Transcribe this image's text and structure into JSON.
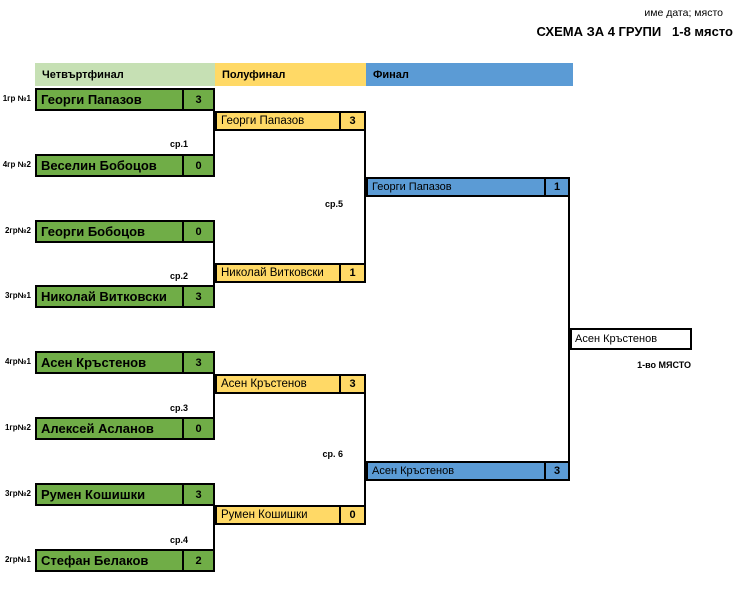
{
  "meta": {
    "note": "име дата; място",
    "title": "СХЕМА ЗА 4 ГРУПИ   1-8 място"
  },
  "columns": {
    "quarterfinal": "Четвъртфинал",
    "semifinal": "Полуфинал",
    "final": "Финал"
  },
  "quarterfinals": [
    {
      "seed": "1гр №1",
      "name": "Георги Папазов",
      "score": "3"
    },
    {
      "seed": "4гр №2",
      "name": "Веселин Бобоцов",
      "score": "0"
    },
    {
      "seed": "2гр№2",
      "name": "Георги Бобоцов",
      "score": "0"
    },
    {
      "seed": "3гр№1",
      "name": "Николай Витковски",
      "score": "3"
    },
    {
      "seed": "4гр№1",
      "name": "Асен Кръстенов",
      "score": "3"
    },
    {
      "seed": "1гр№2",
      "name": "Алексей Асланов",
      "score": "0"
    },
    {
      "seed": "3гр№2",
      "name": "Румен Кошишки",
      "score": "3"
    },
    {
      "seed": "2гр№1",
      "name": "Стефан Белаков",
      "score": "2"
    }
  ],
  "semifinals": [
    {
      "name": "Георги Папазов",
      "score": "3"
    },
    {
      "name": "Николай Витковски",
      "score": "1"
    },
    {
      "name": "Асен Кръстенов",
      "score": "3"
    },
    {
      "name": "Румен Кошишки",
      "score": "0"
    }
  ],
  "finals": [
    {
      "name": "Георги Папазов",
      "score": "1"
    },
    {
      "name": "Асен Кръстенов",
      "score": "3"
    }
  ],
  "match_labels": [
    "ср.1",
    "ср.2",
    "ср.3",
    "ср.4",
    "ср.5",
    "ср. 6"
  ],
  "winner": {
    "name": "Асен Кръстенов",
    "caption": "1-во МЯСТО"
  },
  "colors": {
    "qf_box": "#70ad47",
    "qf_header": "#c6e0b4",
    "sf": "#ffd966",
    "final": "#5b9bd5",
    "border": "#000000"
  }
}
